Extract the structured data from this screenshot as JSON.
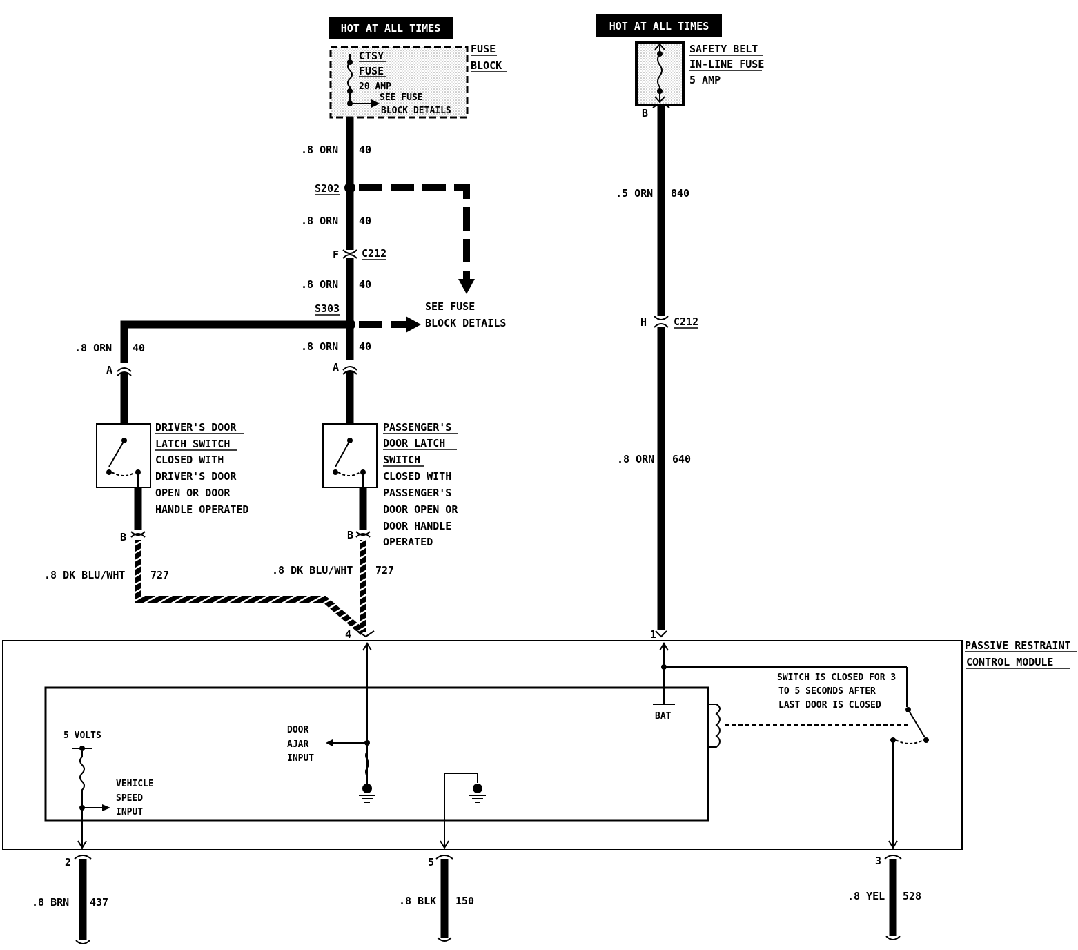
{
  "headers": {
    "hot_left": "HOT AT ALL TIMES",
    "hot_right": "HOT AT ALL TIMES"
  },
  "fuse_block": {
    "fuse_line1": "CTSY",
    "fuse_line2": "FUSE",
    "rating": "20 AMP",
    "see1": "SEE FUSE",
    "see2": "BLOCK DETAILS",
    "title1": "FUSE",
    "title2": "BLOCK"
  },
  "inline_fuse": {
    "line1": "SAFETY BELT",
    "line2": "IN-LINE FUSE",
    "line3": "5 AMP",
    "pin": "B"
  },
  "splices": {
    "s202": "S202",
    "s303": "S303"
  },
  "connectors": {
    "c212": "C212",
    "c212_right": "C212",
    "pin_f": "F",
    "pin_h": "H",
    "pin_a": "A",
    "pin_b": "B"
  },
  "fuse_ref": {
    "line1": "SEE FUSE",
    "line2": "BLOCK DETAILS"
  },
  "wires": {
    "orn_08": ".8 ORN",
    "orn_05": ".5 ORN",
    "circ_40": "40",
    "circ_840": "840",
    "circ_640": "640",
    "blu_wht": ".8 DK BLU/WHT",
    "circ_727": "727",
    "brn": ".8 BRN",
    "circ_437": "437",
    "blk": ".8 BLK",
    "circ_150": "150",
    "yel": ".8 YEL",
    "circ_528": "528"
  },
  "driver_switch": {
    "l1": "DRIVER'S DOOR",
    "l2": "LATCH SWITCH",
    "l3": "CLOSED WITH",
    "l4": "DRIVER'S DOOR",
    "l5": "OPEN OR DOOR",
    "l6": "HANDLE OPERATED"
  },
  "passenger_switch": {
    "l1": "PASSENGER'S",
    "l2": "DOOR LATCH",
    "l3": "SWITCH",
    "l4": "CLOSED WITH",
    "l5": "PASSENGER'S",
    "l6": "DOOR OPEN OR",
    "l7": "DOOR HANDLE",
    "l8": "OPERATED"
  },
  "module": {
    "title1": "PASSIVE RESTRAINT",
    "title2": "CONTROL MODULE",
    "pin1": "1",
    "pin2": "2",
    "pin3": "3",
    "pin4": "4",
    "pin5": "5",
    "bat": "BAT",
    "five_volts": "5 VOLTS",
    "door1": "DOOR",
    "door2": "AJAR",
    "door3": "INPUT",
    "veh1": "VEHICLE",
    "veh2": "SPEED",
    "veh3": "INPUT",
    "note1": "SWITCH IS CLOSED FOR 3",
    "note2": "TO 5 SECONDS AFTER",
    "note3": "LAST DOOR IS CLOSED"
  }
}
